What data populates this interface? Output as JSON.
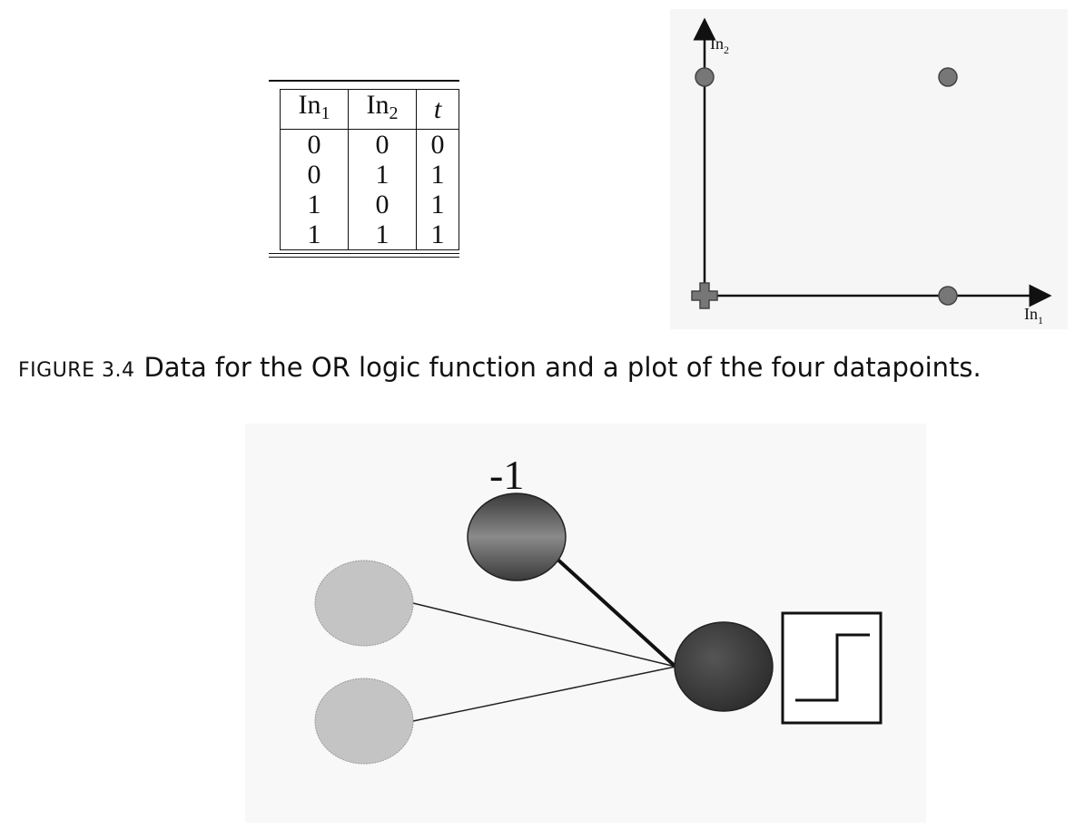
{
  "table": {
    "headers": [
      {
        "base": "In",
        "sub": "1"
      },
      {
        "base": "In",
        "sub": "2"
      },
      {
        "base": "t",
        "sub": ""
      }
    ],
    "rows": [
      [
        "0",
        "0",
        "0"
      ],
      [
        "0",
        "1",
        "1"
      ],
      [
        "1",
        "0",
        "1"
      ],
      [
        "1",
        "1",
        "1"
      ]
    ]
  },
  "chart_data": {
    "type": "scatter",
    "xlabel": "In1",
    "ylabel": "In2",
    "xlim": [
      0,
      1
    ],
    "ylim": [
      0,
      1
    ],
    "points": [
      {
        "x": 0,
        "y": 0,
        "t": 0,
        "marker": "cross"
      },
      {
        "x": 0,
        "y": 1,
        "t": 1,
        "marker": "circle"
      },
      {
        "x": 1,
        "y": 0,
        "t": 1,
        "marker": "circle"
      },
      {
        "x": 1,
        "y": 1,
        "t": 1,
        "marker": "circle"
      }
    ]
  },
  "axis_labels": {
    "x": {
      "base": "In",
      "sub": "1"
    },
    "y": {
      "base": "In",
      "sub": "2"
    }
  },
  "caption": {
    "label": "FIGURE 3.4",
    "text": "Data for the OR logic function and a plot of the four datapoints."
  },
  "network": {
    "bias_label": "-1"
  },
  "colors": {
    "input_node": "#c4c4c4",
    "bias_node": "#5e5e5e",
    "output_node": "#3c3c3c",
    "point": "#777777"
  }
}
